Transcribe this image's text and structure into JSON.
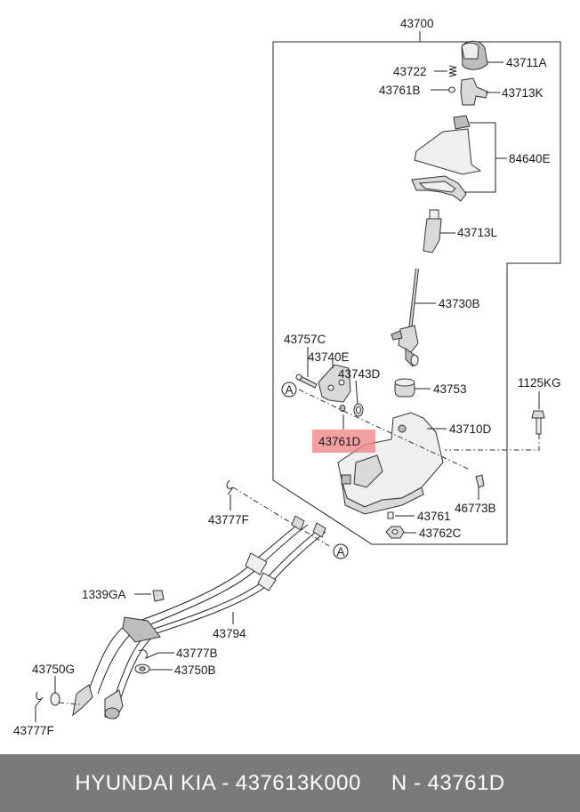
{
  "diagram": {
    "callouts": {
      "assy_43700": "43700",
      "p_43711A": "43711A",
      "p_43722": "43722",
      "p_43761B": "43761B",
      "p_43713K": "43713K",
      "p_84640E": "84640E",
      "p_43713L": "43713L",
      "p_43730B": "43730B",
      "p_43757C": "43757C",
      "p_43740E": "43740E",
      "p_43743D": "43743D",
      "p_43753": "43753",
      "p_1125KG": "1125KG",
      "p_43761D": "43761D",
      "p_43710D": "43710D",
      "p_46773B": "46773B",
      "p_43761": "43761",
      "p_43762C": "43762C",
      "p_43777F_top": "43777F",
      "p_1339GA": "1339GA",
      "p_43794": "43794",
      "p_43777B": "43777B",
      "p_43750G": "43750G",
      "p_43750B": "43750B",
      "p_43777F_bottom": "43777F"
    },
    "ref_marker": "A",
    "highlight_color": "#f08080"
  },
  "footer": {
    "brand": "HYUNDAI  KIA - 437613K000",
    "part": "N - 43761D"
  }
}
